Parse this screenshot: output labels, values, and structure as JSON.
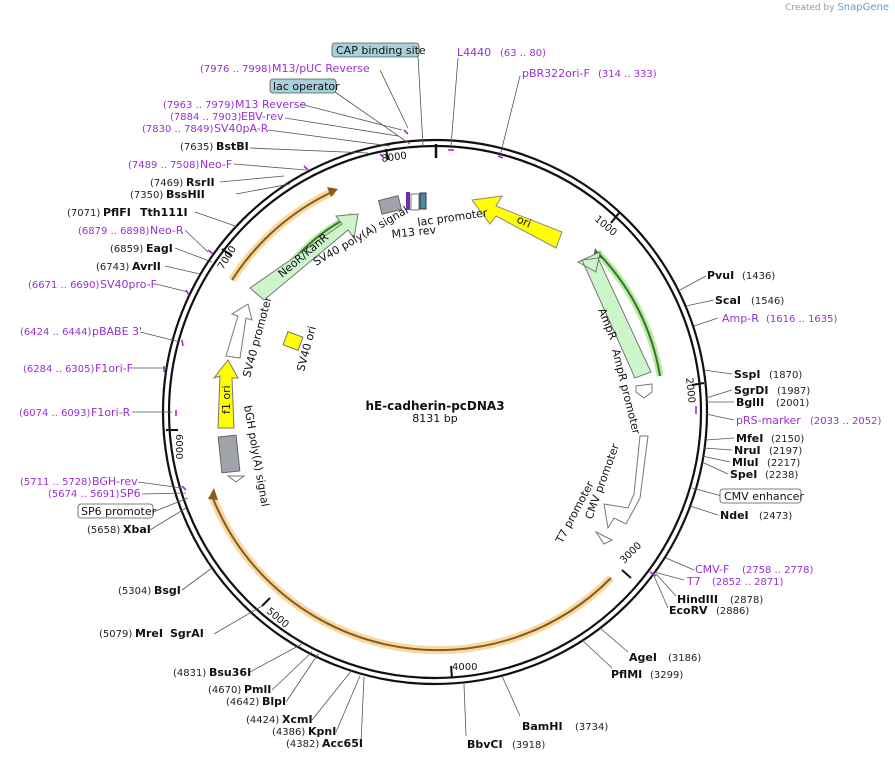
{
  "credit": {
    "prefix": "Created by",
    "brand": "SnapGene"
  },
  "plasmid": {
    "name": "hE-cadherin-pcDNA3",
    "size_label": "8131 bp"
  },
  "ticks": [
    "1000",
    "2000",
    "3000",
    "4000",
    "5000",
    "6000",
    "7000",
    "8000"
  ],
  "features": [
    {
      "name": "ori",
      "label": "ori"
    },
    {
      "name": "AmpR",
      "label": "AmpR"
    },
    {
      "name": "AmpR promoter",
      "label": "AmpR promoter"
    },
    {
      "name": "CMV promoter",
      "label": "CMV promoter"
    },
    {
      "name": "T7 promoter",
      "label": "T7 promoter"
    },
    {
      "name": "bGH poly(A) signal",
      "label": "bGH poly(A) signal"
    },
    {
      "name": "f1 ori",
      "label": "f1 ori"
    },
    {
      "name": "SV40 promoter",
      "label": "SV40 promoter"
    },
    {
      "name": "SV40 ori",
      "label": "SV40 ori"
    },
    {
      "name": "NeoR/KanR",
      "label": "NeoR/KanR"
    },
    {
      "name": "SV40 poly(A) signal",
      "label": "SV40 poly(A) signal"
    },
    {
      "name": "lac promoter",
      "label": "lac promoter"
    },
    {
      "name": "M13 rev",
      "label": "M13 rev"
    }
  ],
  "boxed_labels": {
    "cap": "CAP binding site",
    "lac_op": "lac operator",
    "cmv_enh": "CMV enhancer",
    "sp6_prom": "SP6 promoter"
  },
  "primers": [
    {
      "name": "L4440",
      "range": "(63 .. 80)"
    },
    {
      "name": "pBR322ori-F",
      "range": "(314 .. 333)"
    },
    {
      "name": "Amp-R",
      "range": "(1616 .. 1635)"
    },
    {
      "name": "pRS-marker",
      "range": "(2033 .. 2052)"
    },
    {
      "name": "CMV-F",
      "range": "(2758 .. 2778)"
    },
    {
      "name": "T7",
      "range": "(2852 .. 2871)"
    },
    {
      "name": "BGH-rev",
      "range": "(5711 .. 5728)"
    },
    {
      "name": "SP6",
      "range": "(5674 .. 5691)"
    },
    {
      "name": "F1ori-R",
      "range": "(6074 .. 6093)"
    },
    {
      "name": "F1ori-F",
      "range": "(6284 .. 6305)"
    },
    {
      "name": "pBABE 3'",
      "range": "(6424 .. 6444)"
    },
    {
      "name": "SV40pro-F",
      "range": "(6671 .. 6690)"
    },
    {
      "name": "Neo-R",
      "range": "(6879 .. 6898)"
    },
    {
      "name": "Neo-F",
      "range": "(7489 .. 7508)"
    },
    {
      "name": "SV40pA-R",
      "range": "(7830 .. 7849)"
    },
    {
      "name": "EBV-rev",
      "range": "(7884 .. 7903)"
    },
    {
      "name": "M13 Reverse",
      "range": "(7963 .. 7979)"
    },
    {
      "name": "M13/pUC Reverse",
      "range": "(7976 .. 7998)"
    }
  ],
  "sites": [
    {
      "name": "PvuI",
      "pos": "(1436)"
    },
    {
      "name": "ScaI",
      "pos": "(1546)"
    },
    {
      "name": "SspI",
      "pos": "(1870)"
    },
    {
      "name": "SgrDI",
      "pos": "(1987)"
    },
    {
      "name": "BglII",
      "pos": "(2001)"
    },
    {
      "name": "MfeI",
      "pos": "(2150)"
    },
    {
      "name": "NruI",
      "pos": "(2197)"
    },
    {
      "name": "MluI",
      "pos": "(2217)"
    },
    {
      "name": "SpeI",
      "pos": "(2238)"
    },
    {
      "name": "NdeI",
      "pos": "(2473)"
    },
    {
      "name": "HindIII",
      "pos": "(2878)"
    },
    {
      "name": "EcoRV",
      "pos": "(2886)"
    },
    {
      "name": "AgeI",
      "pos": "(3186)"
    },
    {
      "name": "PflMI",
      "pos": "(3299)"
    },
    {
      "name": "BamHI",
      "pos": "(3734)"
    },
    {
      "name": "BbvCI",
      "pos": "(3918)"
    },
    {
      "name": "KpnI",
      "pos": "(4386)"
    },
    {
      "name": "Acc65I",
      "pos": "(4382)"
    },
    {
      "name": "XcmI",
      "pos": "(4424)"
    },
    {
      "name": "BlpI",
      "pos": "(4642)"
    },
    {
      "name": "PmlI",
      "pos": "(4670)"
    },
    {
      "name": "Bsu36I",
      "pos": "(4831)"
    },
    {
      "name": "MreI",
      "name2": "SgrAI",
      "pos": "(5079)"
    },
    {
      "name": "BsgI",
      "pos": "(5304)"
    },
    {
      "name": "XbaI",
      "pos": "(5658)"
    },
    {
      "name": "AvrII",
      "pos": "(6743)"
    },
    {
      "name": "EagI",
      "pos": "(6859)"
    },
    {
      "name": "PflFI",
      "name2": "Tth111I",
      "pos": "(7071)"
    },
    {
      "name": "BssHII",
      "pos": "(7350)"
    },
    {
      "name": "RsrII",
      "pos": "(7469)"
    },
    {
      "name": "BstBI",
      "pos": "(7635)"
    }
  ],
  "colors": {
    "backbone": "#111111",
    "primer": "#9a2fd0",
    "ori": "#ffff00",
    "amp": "#ccf5cc",
    "orange_track": "#f0c070",
    "green_track": "#2e9a2e",
    "polyA": "#a0a4aa",
    "box_fill": "#a8d0dc"
  }
}
